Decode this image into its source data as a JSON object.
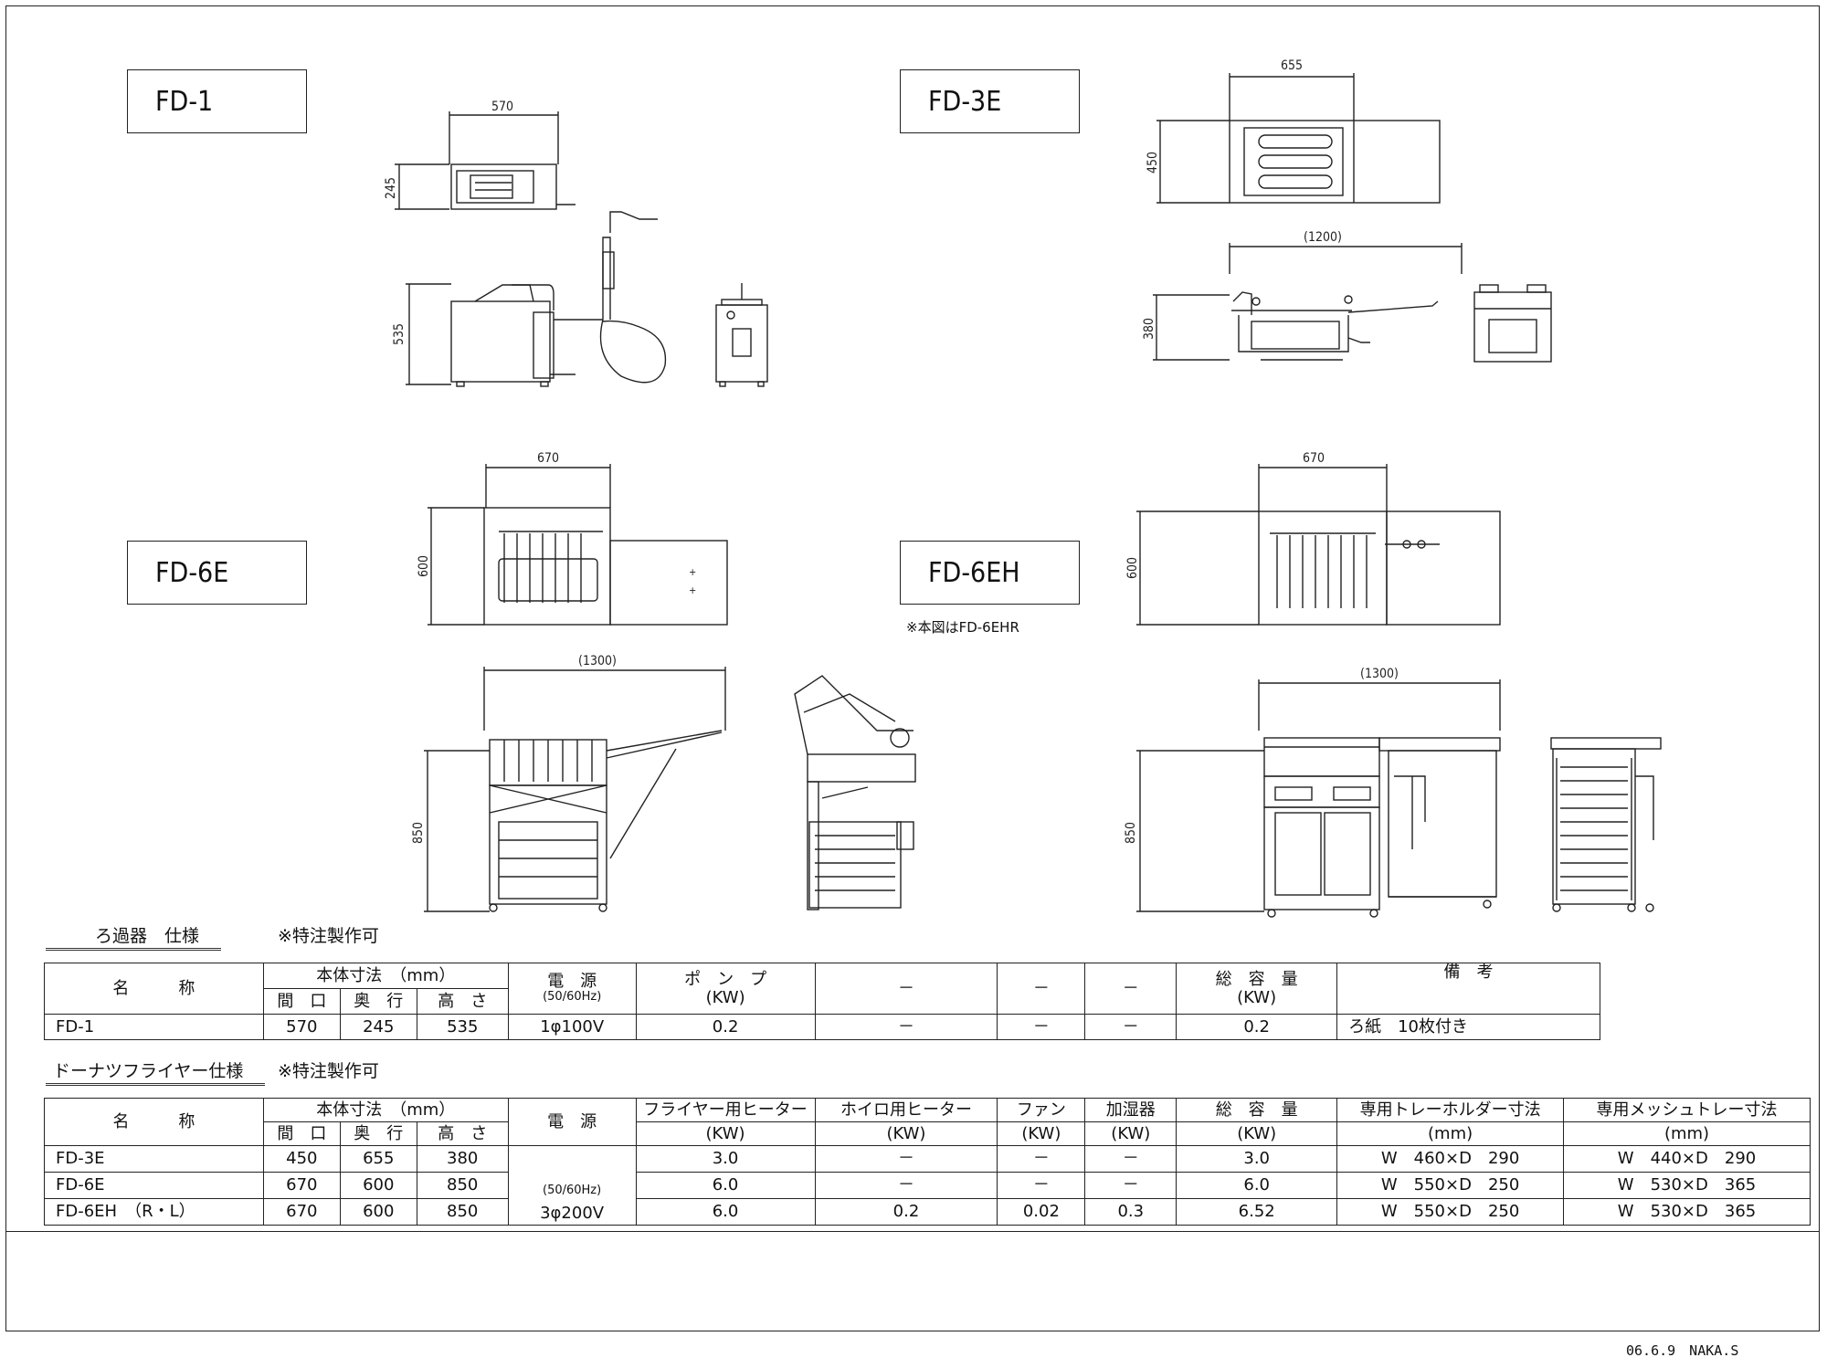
{
  "models": {
    "fd1": {
      "label": "FD-1",
      "width": "570",
      "depth": "245",
      "height": "535"
    },
    "fd3e": {
      "label": "FD-3E",
      "width": "655",
      "depth": "450",
      "height": "380",
      "overall": "(1200)"
    },
    "fd6e": {
      "label": "FD-6E",
      "width": "670",
      "depth": "600",
      "height": "850",
      "overall": "(1300)"
    },
    "fd6eh": {
      "label": "FD-6EH",
      "width": "670",
      "depth": "600",
      "height": "850",
      "overall": "(1300)",
      "note": "※本図はFD-6EHR"
    }
  },
  "filter_spec": {
    "title": "ろ過器　仕様",
    "note": "※特注製作可",
    "headers": {
      "name": "名　　　称",
      "body_dims": "本体寸法　（mm）",
      "width": "間　口",
      "depth": "奥　行",
      "height": "高　さ",
      "power": "電　源",
      "power_sub": "(50/60Hz)",
      "pump": "ポ　ン　プ",
      "pump_unit": "(KW)",
      "dash1": "－",
      "dash2": "－",
      "dash3": "－",
      "total": "総　容　量",
      "total_unit": "(KW)",
      "remarks": "備　考"
    },
    "rows": [
      {
        "name": "FD-1",
        "width": "570",
        "depth": "245",
        "height": "535",
        "power": "1φ100V",
        "pump": "0.2",
        "c1": "－",
        "c2": "－",
        "c3": "－",
        "total": "0.2",
        "remarks": "ろ紙　10枚付き"
      }
    ]
  },
  "donut_spec": {
    "title": "ドーナツフライヤー仕様",
    "note": "※特注製作可",
    "headers": {
      "name": "名　　　称",
      "body_dims": "本体寸法　（mm）",
      "width": "間　口",
      "depth": "奥　行",
      "height": "高　さ",
      "power": "電　源",
      "fryer_heater": "フライヤー用ヒーター",
      "proof_heater": "ホイロ用ヒーター",
      "fan": "ファン",
      "humidifier": "加湿器",
      "total": "総　容　量",
      "kw": "(KW)",
      "mm": "(mm)",
      "tray_holder": "専用トレーホルダー寸法",
      "mesh_tray": "専用メッシュトレー寸法"
    },
    "power_sub": "(50/60Hz)",
    "power_value": "3φ200V",
    "rows": [
      {
        "name": "FD-3E",
        "width": "450",
        "depth": "655",
        "height": "380",
        "fryer": "3.0",
        "proof": "－",
        "fan": "－",
        "hum": "－",
        "total": "3.0",
        "holder": "W　460×D　290",
        "mesh": "W　440×D　290"
      },
      {
        "name": "FD-6E",
        "width": "670",
        "depth": "600",
        "height": "850",
        "fryer": "6.0",
        "proof": "－",
        "fan": "－",
        "hum": "－",
        "total": "6.0",
        "holder": "W　550×D　250",
        "mesh": "W　530×D　365"
      },
      {
        "name": "FD-6EH　（R・L）",
        "width": "670",
        "depth": "600",
        "height": "850",
        "fryer": "6.0",
        "proof": "0.2",
        "fan": "0.02",
        "hum": "0.3",
        "total": "6.52",
        "holder": "W　550×D　250",
        "mesh": "W　530×D　365"
      }
    ]
  },
  "datestamp": "06.6.9　NAKA.S"
}
